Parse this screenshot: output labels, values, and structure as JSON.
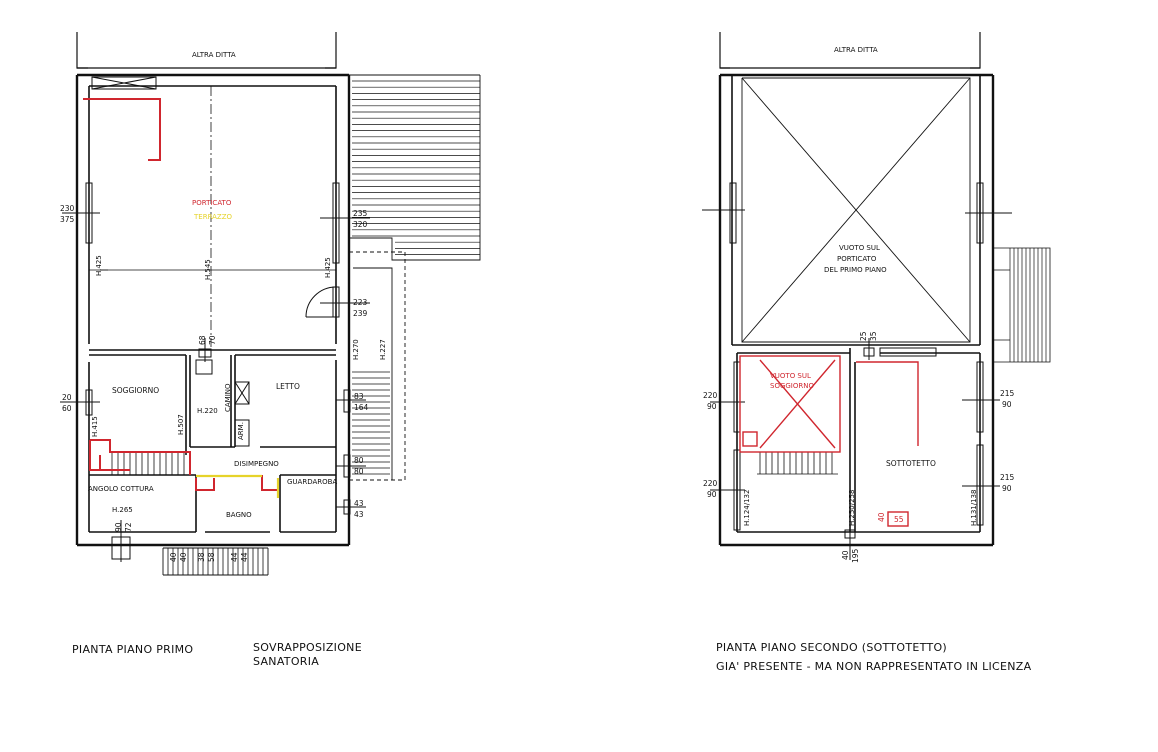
{
  "plan_left": {
    "labels": {
      "altra_ditta": "ALTRA DITTA",
      "porticato": "PORTICATO",
      "terrazzo": "TERRAZZO",
      "soggiorno": "SOGGIORNO",
      "letto": "LETTO",
      "disimpegno": "DISIMPEGNO",
      "guardaroba": "GUARDAROBA",
      "angolo_cottura": "ANGOLO COTTURA",
      "bagno": "BAGNO",
      "camino": "CAMINO",
      "arm": "ARM."
    },
    "heights": {
      "h425_left": "H.425",
      "h545": "H.545",
      "h425_right": "H.425",
      "h270": "H.270",
      "h227": "H.227",
      "h415": "H.415",
      "h507": "H.507",
      "h220": "H.220",
      "h265": "H.265"
    },
    "windows": {
      "w1_top": "230",
      "w1_bot": "375",
      "w2_top": "235",
      "w2_bot": "320",
      "w3_top": "223",
      "w3_bot": "239",
      "w4_top": "20",
      "w4_bot": "60",
      "w5_top": "83",
      "w5_bot": "164",
      "w6_top": "80",
      "w6_bot": "80",
      "w7_top": "43",
      "w7_bot": "43",
      "w8_a": "68",
      "w8_b": "70",
      "w9_a": "90",
      "w9_b": "72",
      "w10_a": "40",
      "w10_b": "40",
      "w11_a": "38",
      "w11_b": "58",
      "w12_a": "44",
      "w12_b": "44"
    },
    "caption": "PIANTA PIANO PRIMO",
    "caption2_l1": "SOVRAPPOSIZIONE",
    "caption2_l2": "SANATORIA"
  },
  "plan_right": {
    "labels": {
      "altra_ditta": "ALTRA DITTA",
      "vuoto_l1": "VUOTO SUL",
      "vuoto_l2": "PORTICATO",
      "vuoto_l3": "DEL PRIMO PIANO",
      "vuoto_sogg_l1": "VUOTO SUL",
      "vuoto_sogg_l2": "SOGGIORNO",
      "sottotetto": "SOTTOTETTO"
    },
    "heights": {
      "h124": "H.124/132",
      "h250": "H.250/258",
      "h131": "H.131/138"
    },
    "windows": {
      "w1_top": "220",
      "w1_bot": "90",
      "w2_top": "220",
      "w2_bot": "90",
      "w3_top": "215",
      "w3_bot": "90",
      "w4_top": "215",
      "w4_bot": "90",
      "w5_a": "25",
      "w5_b": "35",
      "w6_a": "40",
      "w6_b": "195",
      "w7_a": "40",
      "w7_b": "55"
    },
    "caption_l1": "PIANTA PIANO SECONDO (SOTTOTETTO)",
    "caption_l2": "GIA' PRESENTE - MA NON RAPPRESENTATO IN LICENZA"
  },
  "colors": {
    "ink": "#111111",
    "red": "#d0262e",
    "yellow": "#e6d32a"
  }
}
